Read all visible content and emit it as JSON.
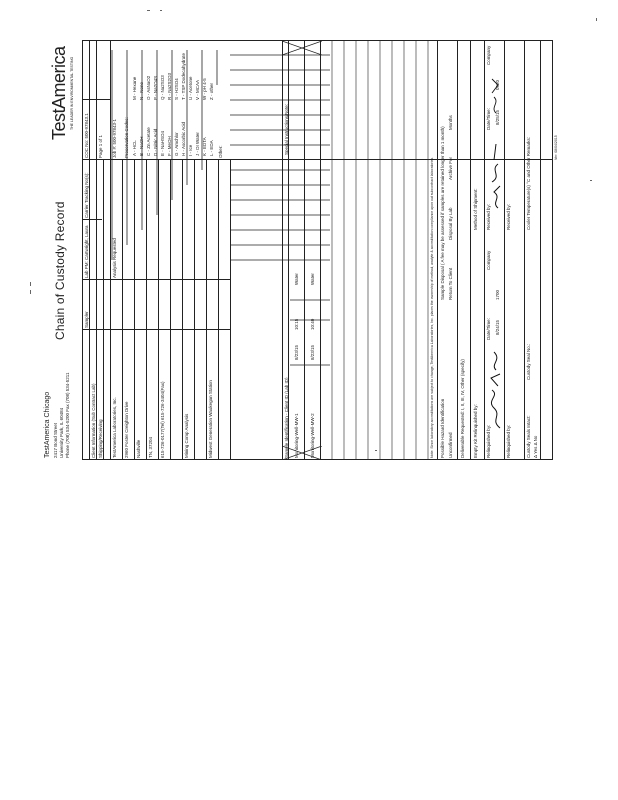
{
  "document": {
    "lab_name": "TestAmerica Chicago",
    "lab_address_1": "2417 Bond Street",
    "lab_address_2": "University Park, IL 60484",
    "lab_phone": "Phone (708) 534-5200  Fax (708) 534-5211",
    "title": "Chain of Custody Record",
    "brand": "TestAmerica",
    "brand_tagline": "THE LEADER IN ENVIRONMENTAL TESTING",
    "client_header": "Client Information (Sub Contract Lab)",
    "client_name": "Shipping/Receiving",
    "client_company": "TestAmerica Laboratories, Inc.",
    "client_address": "2960 Foster Creighton Drive",
    "client_city": "Nashville",
    "client_state_zip": "TN, 37204",
    "client_phone": "615-726-0177(Tel)  615-726-3404(Fax)",
    "project_name": "Mining Comp Analysis",
    "site": "Midwest Generation Waukegan Station",
    "sample_header": "Sample Identification - Client ID (Lab ID)",
    "sample_1": "Monitoring-Well-MW-1",
    "sample_2": "Monitoring-Well-MW-2",
    "sample_date_1": "8/23/15",
    "sample_date_2": "8/23/15",
    "sample_time_1": "10:15",
    "sample_time_2": "10:40",
    "matrix_1": "Water",
    "matrix_2": "Water",
    "analysis_header": "Analysis Requested",
    "sampler": "Sampler",
    "lab_pm": "Lab PM: Cartwright, Laura",
    "carrier": "Carrier Tracking No(s):",
    "coc_no": "COC No: 500-97843.1",
    "page_no": "Page 1 of 1",
    "job_no": "Job #: 500-97843-1",
    "preservation_header": "Preservation Codes:",
    "preservation_codes": [
      "A - HCL",
      "B - NaOH",
      "C - Zn Acetate",
      "D - Nitric Acid",
      "E - NaHSO4",
      "F - MeOH",
      "G - Amchlor",
      "H - Ascorbic Acid",
      "I - Ice",
      "J - DI Water",
      "K - EDTA",
      "L - EDA"
    ],
    "preservation_codes_2": [
      "M - Hexane",
      "N - None",
      "O - AsNaO2",
      "P - Na2O4S",
      "Q - Na2SO3",
      "R - Na2S2O3",
      "S - H2SO4",
      "T - TSP Dodecahydrate",
      "U - Acetone",
      "V - MCAA",
      "W - pH 4-5",
      "Z - other"
    ],
    "other": "Other:",
    "special_instructions": "Special Instructions/Note:",
    "total_containers": "Total Number of containers",
    "possible_hazard": "Possible Hazard Identification",
    "unconfirmed": "Unconfirmed",
    "deliverable": "Deliverable Requested: I, II, III, IV, Other (specify)",
    "sample_disposal": "Sample Disposal ( A fee may be assessed if samples are retained longer than 1 month)",
    "return_to_client": "Return To Client",
    "disposal_by_lab": "Disposal By Lab",
    "archive_for": "Archive For",
    "months": "Months",
    "empty_kit": "Empty Kit Relinquished by:",
    "relinquished_by": "Relinquished by:",
    "received_by": "Received by:",
    "date_time": "Date/Time:",
    "company": "Company",
    "method_of_shipment": "Method of Shipment:",
    "custody_seals": "Custody Seals Intact:",
    "custody_seal_no": "Custody Seal No.:",
    "cooler_temp": "Cooler Temperature(s) °C and Other Remarks:",
    "reldate_1": "8/24/15",
    "reltime_1": "1700",
    "recdate_1": "8/25/15",
    "rectime_1": "0920",
    "yes_no": "Δ Yes  Δ No",
    "note_footer": "Note: Since laboratory accreditations are subject to change, TestAmerica Laboratories, Inc. places the ownership of method, analyte & accreditation compliance upon out subcontract laboratories.",
    "footer_right": "Ver: 08/04/2015"
  }
}
